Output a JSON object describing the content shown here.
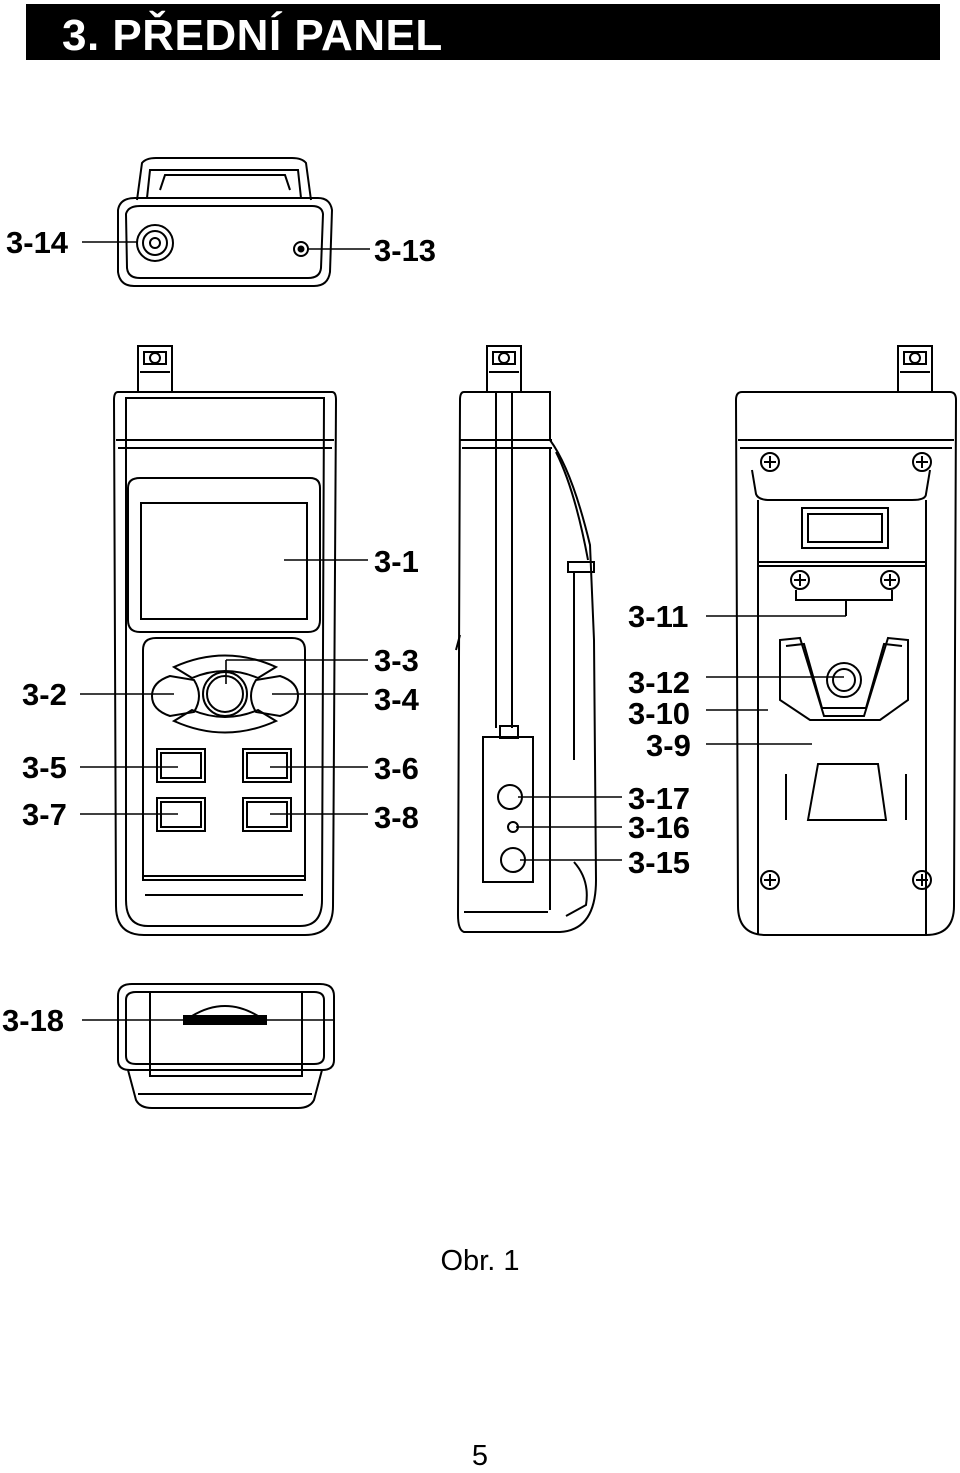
{
  "header": {
    "title": "3. PŘEDNÍ PANEL"
  },
  "callouts": {
    "c3_1": "3-1",
    "c3_2": "3-2",
    "c3_3": "3-3",
    "c3_4": "3-4",
    "c3_5": "3-5",
    "c3_6": "3-6",
    "c3_7": "3-7",
    "c3_8": "3-8",
    "c3_9": "3-9",
    "c3_10": "3-10",
    "c3_11": "3-11",
    "c3_12": "3-12",
    "c3_13": "3-13",
    "c3_14": "3-14",
    "c3_15": "3-15",
    "c3_16": "3-16",
    "c3_17": "3-17",
    "c3_18": "3-18"
  },
  "figure": {
    "caption": "Obr. 1"
  },
  "page": {
    "number": "5"
  }
}
